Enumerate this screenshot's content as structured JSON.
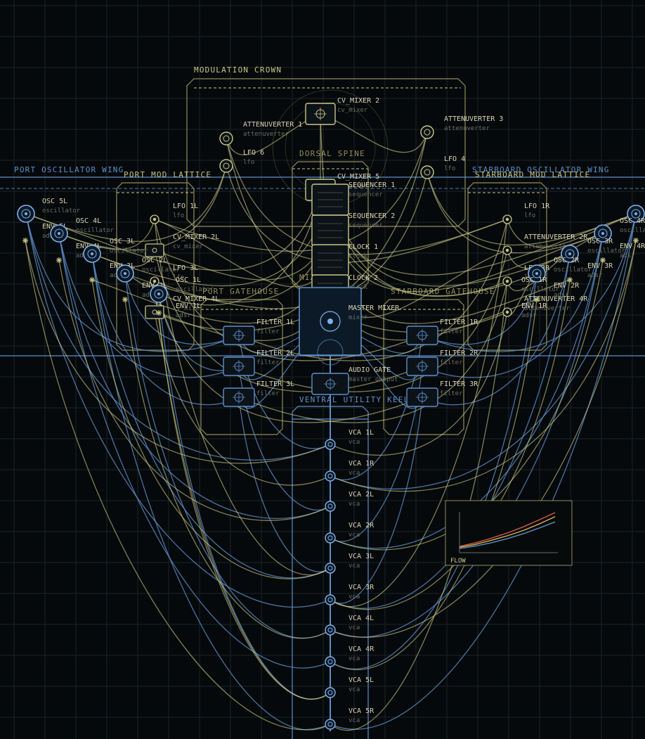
{
  "colors": {
    "background": "#06090b",
    "grid": "#1a2227",
    "yellow": "#c8c684",
    "yellow_dim": "#8f8c5a",
    "blue": "#5d8fc9",
    "blue_bright": "#7fb0ea",
    "orange": "#d98a45",
    "red": "#d65a4c",
    "label": "#d8d2b0",
    "sublabel": "#6b6d60"
  },
  "zones": {
    "modulation_crown": "MODULATION CROWN",
    "dorsal_spine": "DORSAL SPINE",
    "port_oscillator_wing": "PORT OSCILLATOR WING",
    "starboard_oscillator_wing": "STARBOARD OSCILLATOR WING",
    "port_mod_lattice": "PORT MOD LATTICE",
    "starboard_mod_lattice": "STARBOARD MOD LATTICE",
    "port_gatehouse": "PORT GATEHOUSE",
    "starboard_gatehouse": "STARBOARD GATEHOUSE",
    "mix_core": "MIX CORE",
    "ventral_utility_keel": "VENTRAL UTILITY KEEL"
  },
  "nodes": [
    {
      "id": "cvm2",
      "name": "CV_MIXER 2",
      "type": "cv_mixer",
      "shape": "box",
      "color": "yellow"
    },
    {
      "id": "att1",
      "name": "ATTENUVERTER 1",
      "type": "attenuverter",
      "shape": "ring",
      "color": "yellow"
    },
    {
      "id": "att3",
      "name": "ATTENUVERTER 3",
      "type": "attenuverter",
      "shape": "ring",
      "color": "yellow"
    },
    {
      "id": "lfo6",
      "name": "LFO 6",
      "type": "lfo",
      "shape": "ring",
      "color": "yellow"
    },
    {
      "id": "lfo4",
      "name": "LFO 4",
      "type": "lfo",
      "shape": "ring",
      "color": "yellow"
    },
    {
      "id": "cvm5",
      "name": "CV_MIXER 5",
      "type": "cv_mixer",
      "shape": "box",
      "color": "yellow"
    },
    {
      "id": "seq1",
      "name": "SEQUENCER 1",
      "type": "sequencer",
      "shape": "tall",
      "color": "yellow"
    },
    {
      "id": "seq2",
      "name": "SEQUENCER 2",
      "type": "sequencer",
      "shape": "tall",
      "color": "yellow"
    },
    {
      "id": "clk1",
      "name": "CLOCK 1",
      "type": "clock",
      "shape": "tall",
      "color": "yellow"
    },
    {
      "id": "clk2",
      "name": "CLOCK 2",
      "type": "clock",
      "shape": "tall",
      "color": "yellow"
    },
    {
      "id": "mm",
      "name": "MASTER MIXER",
      "type": "mixer",
      "shape": "big",
      "color": "blue"
    },
    {
      "id": "ag",
      "name": "AUDIO GATE",
      "type": "master_output",
      "shape": "box",
      "color": "blue"
    },
    {
      "id": "lfo1l",
      "name": "LFO 1L",
      "type": "lfo",
      "shape": "dot",
      "color": "yellow"
    },
    {
      "id": "cvm2l",
      "name": "CV_MIXER 2L",
      "type": "cv_mixer",
      "shape": "mini",
      "color": "yellow"
    },
    {
      "id": "lfo3l",
      "name": "LFO 3L",
      "type": "lfo",
      "shape": "dot",
      "color": "yellow"
    },
    {
      "id": "cvm4l",
      "name": "CV_MIXER 4L",
      "type": "cv_mixer",
      "shape": "mini",
      "color": "yellow"
    },
    {
      "id": "lfo1r",
      "name": "LFO 1R",
      "type": "lfo",
      "shape": "dot",
      "color": "yellow"
    },
    {
      "id": "att2r",
      "name": "ATTENUVERTER 2R",
      "type": "attenuverter",
      "shape": "dot",
      "color": "yellow"
    },
    {
      "id": "lfo3r",
      "name": "LFO 3R",
      "type": "lfo",
      "shape": "dot",
      "color": "yellow"
    },
    {
      "id": "att4r",
      "name": "ATTENUVERTER 4R",
      "type": "attenuverter",
      "shape": "dot",
      "color": "yellow"
    },
    {
      "id": "osc5l",
      "name": "OSC 5L",
      "type": "oscillator",
      "shape": "osc",
      "color": "blue"
    },
    {
      "id": "env5l",
      "name": "ENV 5L",
      "type": "adsr",
      "shape": "star",
      "color": "yellow"
    },
    {
      "id": "osc4l",
      "name": "OSC 4L",
      "type": "oscillator",
      "shape": "osc",
      "color": "blue"
    },
    {
      "id": "env4l",
      "name": "ENV 4L",
      "type": "adsr",
      "shape": "star",
      "color": "yellow"
    },
    {
      "id": "osc3l",
      "name": "OSC 3L",
      "type": "oscillator",
      "shape": "osc",
      "color": "blue"
    },
    {
      "id": "env3l",
      "name": "ENV 3L",
      "type": "adsr",
      "shape": "star",
      "color": "yellow"
    },
    {
      "id": "osc2l",
      "name": "OSC 2L",
      "type": "oscillator",
      "shape": "osc",
      "color": "blue"
    },
    {
      "id": "env2l",
      "name": "ENV 2L",
      "type": "adsr",
      "shape": "star",
      "color": "yellow"
    },
    {
      "id": "osc1l",
      "name": "OSC 1L",
      "type": "oscillator",
      "shape": "osc",
      "color": "blue"
    },
    {
      "id": "env1l",
      "name": "ENV 1L",
      "type": "adsr",
      "shape": "star",
      "color": "yellow"
    },
    {
      "id": "osc4r",
      "name": "OSC 4R",
      "type": "oscillator",
      "shape": "osc",
      "color": "blue"
    },
    {
      "id": "env4r",
      "name": "ENV 4R",
      "type": "adsr",
      "shape": "star",
      "color": "yellow"
    },
    {
      "id": "osc3r",
      "name": "OSC 3R",
      "type": "oscillator",
      "shape": "osc",
      "color": "blue"
    },
    {
      "id": "env3r",
      "name": "ENV 3R",
      "type": "adsr",
      "shape": "star",
      "color": "yellow"
    },
    {
      "id": "osc2r",
      "name": "OSC 2R",
      "type": "oscillator",
      "shape": "osc",
      "color": "blue"
    },
    {
      "id": "env2r",
      "name": "ENV 2R",
      "type": "adsr",
      "shape": "star",
      "color": "yellow"
    },
    {
      "id": "osc1r",
      "name": "OSC 1R",
      "type": "oscillator",
      "shape": "osc",
      "color": "blue"
    },
    {
      "id": "env1r",
      "name": "ENV 1R",
      "type": "adsr",
      "shape": "star",
      "color": "yellow"
    },
    {
      "id": "f1l",
      "name": "FILTER 1L",
      "type": "filter",
      "shape": "box",
      "color": "blue"
    },
    {
      "id": "f2l",
      "name": "FILTER 2L",
      "type": "filter",
      "shape": "box",
      "color": "blue"
    },
    {
      "id": "f3l",
      "name": "FILTER 3L",
      "type": "filter",
      "shape": "box",
      "color": "blue"
    },
    {
      "id": "f1r",
      "name": "FILTER 1R",
      "type": "filter",
      "shape": "box",
      "color": "blue"
    },
    {
      "id": "f2r",
      "name": "FILTER 2R",
      "type": "filter",
      "shape": "box",
      "color": "blue"
    },
    {
      "id": "f3r",
      "name": "FILTER 3R",
      "type": "filter",
      "shape": "box",
      "color": "blue"
    },
    {
      "id": "vca1l",
      "name": "VCA 1L",
      "type": "vca",
      "shape": "vca",
      "color": "blue"
    },
    {
      "id": "vca1r",
      "name": "VCA 1R",
      "type": "vca",
      "shape": "vca",
      "color": "blue"
    },
    {
      "id": "vca2l",
      "name": "VCA 2L",
      "type": "vca",
      "shape": "vca",
      "color": "blue"
    },
    {
      "id": "vca2r",
      "name": "VCA 2R",
      "type": "vca",
      "shape": "vca",
      "color": "blue"
    },
    {
      "id": "vca3l",
      "name": "VCA 3L",
      "type": "vca",
      "shape": "vca",
      "color": "blue"
    },
    {
      "id": "vca3r",
      "name": "VCA 3R",
      "type": "vca",
      "shape": "vca",
      "color": "blue"
    },
    {
      "id": "vca4l",
      "name": "VCA 4L",
      "type": "vca",
      "shape": "vca",
      "color": "blue"
    },
    {
      "id": "vca4r",
      "name": "VCA 4R",
      "type": "vca",
      "shape": "vca",
      "color": "blue"
    },
    {
      "id": "vca5l",
      "name": "VCA 5L",
      "type": "vca",
      "shape": "vca",
      "color": "blue"
    },
    {
      "id": "vca5r",
      "name": "VCA 5R",
      "type": "vca",
      "shape": "vca",
      "color": "blue"
    }
  ],
  "edges": [
    [
      "osc5l",
      "f1l",
      "blue"
    ],
    [
      "osc4l",
      "f2l",
      "blue"
    ],
    [
      "osc3l",
      "f3l",
      "blue"
    ],
    [
      "osc2l",
      "f1l",
      "blue"
    ],
    [
      "osc1l",
      "f2l",
      "blue"
    ],
    [
      "osc4r",
      "f1r",
      "blue"
    ],
    [
      "osc3r",
      "f2r",
      "blue"
    ],
    [
      "osc2r",
      "f3r",
      "blue"
    ],
    [
      "osc1r",
      "f1r",
      "blue"
    ],
    [
      "osc5l",
      "vca1l",
      "blue"
    ],
    [
      "osc4l",
      "vca2l",
      "blue"
    ],
    [
      "osc3l",
      "vca3l",
      "blue"
    ],
    [
      "osc2l",
      "vca4l",
      "blue"
    ],
    [
      "osc1l",
      "vca5l",
      "blue"
    ],
    [
      "osc5l",
      "vca3r",
      "blue"
    ],
    [
      "osc4l",
      "vca4r",
      "blue"
    ],
    [
      "osc3l",
      "vca5r",
      "blue"
    ],
    [
      "osc4r",
      "vca1r",
      "blue"
    ],
    [
      "osc3r",
      "vca2r",
      "blue"
    ],
    [
      "osc2r",
      "vca3r",
      "blue"
    ],
    [
      "osc1r",
      "vca4r",
      "blue"
    ],
    [
      "osc4r",
      "vca5r",
      "blue"
    ],
    [
      "osc3r",
      "vca4l",
      "blue"
    ],
    [
      "f1l",
      "vca1l",
      "blue"
    ],
    [
      "f2l",
      "vca2l",
      "blue"
    ],
    [
      "f3l",
      "vca3l",
      "blue"
    ],
    [
      "f1r",
      "vca1r",
      "blue"
    ],
    [
      "f2r",
      "vca2r",
      "blue"
    ],
    [
      "f3r",
      "vca3r",
      "blue"
    ],
    [
      "f1l",
      "mm",
      "blue"
    ],
    [
      "f2l",
      "mm",
      "blue"
    ],
    [
      "f3l",
      "mm",
      "blue"
    ],
    [
      "f1r",
      "mm",
      "blue"
    ],
    [
      "f2r",
      "mm",
      "blue"
    ],
    [
      "f3r",
      "mm",
      "blue"
    ],
    [
      "mm",
      "ag",
      "blue"
    ],
    [
      "env5l",
      "vca1l",
      "yellow"
    ],
    [
      "env4l",
      "vca2l",
      "yellow"
    ],
    [
      "env3l",
      "vca3l",
      "yellow"
    ],
    [
      "env2l",
      "vca4l",
      "yellow"
    ],
    [
      "env1l",
      "vca5l",
      "yellow"
    ],
    [
      "env4r",
      "vca1r",
      "yellow"
    ],
    [
      "env3r",
      "vca2r",
      "yellow"
    ],
    [
      "env2r",
      "vca3r",
      "yellow"
    ],
    [
      "env1r",
      "vca4r",
      "yellow"
    ],
    [
      "env5l",
      "vca5r",
      "yellow"
    ],
    [
      "env4r",
      "vca4l",
      "yellow"
    ],
    [
      "lfo6",
      "osc5l",
      "yellow"
    ],
    [
      "lfo6",
      "osc4l",
      "yellow"
    ],
    [
      "lfo4",
      "osc4r",
      "yellow"
    ],
    [
      "lfo4",
      "osc3r",
      "yellow"
    ],
    [
      "att1",
      "cvm2",
      "yellow"
    ],
    [
      "att3",
      "cvm2",
      "yellow"
    ],
    [
      "att1",
      "lfo1r",
      "yellow"
    ],
    [
      "att3",
      "lfo1l",
      "yellow"
    ],
    [
      "lfo6",
      "lfo1r",
      "yellow"
    ],
    [
      "lfo4",
      "lfo3l",
      "yellow"
    ],
    [
      "att1",
      "att4r",
      "yellow"
    ],
    [
      "att3",
      "cvm4l",
      "yellow"
    ],
    [
      "cvm5",
      "osc5l",
      "yellow"
    ],
    [
      "cvm5",
      "osc4r",
      "yellow"
    ],
    [
      "cvm5",
      "osc1l",
      "yellow"
    ],
    [
      "cvm5",
      "osc1r",
      "yellow"
    ],
    [
      "seq1",
      "osc3l",
      "yellow"
    ],
    [
      "seq1",
      "osc2r",
      "yellow"
    ],
    [
      "seq2",
      "osc2l",
      "yellow"
    ],
    [
      "seq2",
      "osc3r",
      "yellow"
    ],
    [
      "clk1",
      "env3l",
      "yellow"
    ],
    [
      "clk1",
      "env2r",
      "yellow"
    ],
    [
      "clk2",
      "env1l",
      "yellow"
    ],
    [
      "clk2",
      "env1r",
      "yellow"
    ],
    [
      "lfo1l",
      "osc4l",
      "yellow"
    ],
    [
      "cvm2l",
      "osc3l",
      "yellow"
    ],
    [
      "lfo3l",
      "osc2l",
      "yellow"
    ],
    [
      "cvm4l",
      "osc1l",
      "yellow"
    ],
    [
      "lfo1r",
      "osc4r",
      "yellow"
    ],
    [
      "att2r",
      "osc3r",
      "yellow"
    ],
    [
      "lfo3r",
      "osc2r",
      "yellow"
    ],
    [
      "att4r",
      "osc1r",
      "yellow"
    ],
    [
      "lfo1l",
      "f1r",
      "yellow"
    ],
    [
      "lfo1r",
      "f1l",
      "yellow"
    ],
    [
      "cvm2l",
      "f2r",
      "yellow"
    ],
    [
      "att2r",
      "f2l",
      "yellow"
    ],
    [
      "lfo3l",
      "f3r",
      "yellow"
    ],
    [
      "lfo3r",
      "f3l",
      "yellow"
    ],
    [
      "cvm4l",
      "vca1r",
      "yellow"
    ],
    [
      "att4r",
      "vca1l",
      "yellow"
    ],
    [
      "lfo1l",
      "vca3l",
      "yellow"
    ],
    [
      "lfo1r",
      "vca3r",
      "yellow"
    ],
    [
      "lfo3l",
      "vca5l",
      "yellow"
    ],
    [
      "lfo3r",
      "vca5r",
      "yellow"
    ],
    [
      "cvm2",
      "seq2",
      "yellow"
    ],
    [
      "cvm2",
      "cvm5",
      "yellow"
    ],
    [
      "seq1",
      "lfo3r",
      "yellow"
    ],
    [
      "seq2",
      "cvm2l",
      "yellow"
    ],
    [
      "clk1",
      "lfo1l",
      "yellow"
    ],
    [
      "clk2",
      "att2r",
      "yellow"
    ]
  ],
  "flow_inset": {
    "label": "FLOW",
    "series": [
      {
        "color": "#d65a4c",
        "values": [
          0.05,
          0.14,
          0.25,
          0.38,
          0.53,
          0.7,
          0.88
        ]
      },
      {
        "color": "#d9b24a",
        "values": [
          0.03,
          0.1,
          0.2,
          0.31,
          0.44,
          0.6,
          0.78
        ]
      },
      {
        "color": "#5d8fc9",
        "values": [
          0.0,
          0.06,
          0.14,
          0.24,
          0.36,
          0.5,
          0.65
        ]
      }
    ]
  }
}
